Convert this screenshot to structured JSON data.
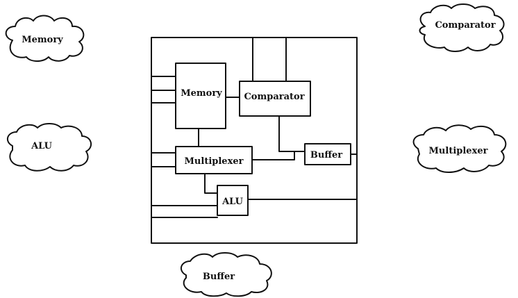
{
  "clouds": {
    "memory": "Memory",
    "comparator": "Comparator",
    "alu": "ALU",
    "multiplexer": "Multiplexer",
    "buffer": "Buffer"
  },
  "blocks": {
    "memory": "Memory",
    "comparator": "Comparator",
    "multiplexer": "Multiplexer",
    "buffer": "Buffer",
    "alu": "ALU"
  },
  "colors": {
    "stroke": "#111111",
    "background": "#ffffff"
  }
}
